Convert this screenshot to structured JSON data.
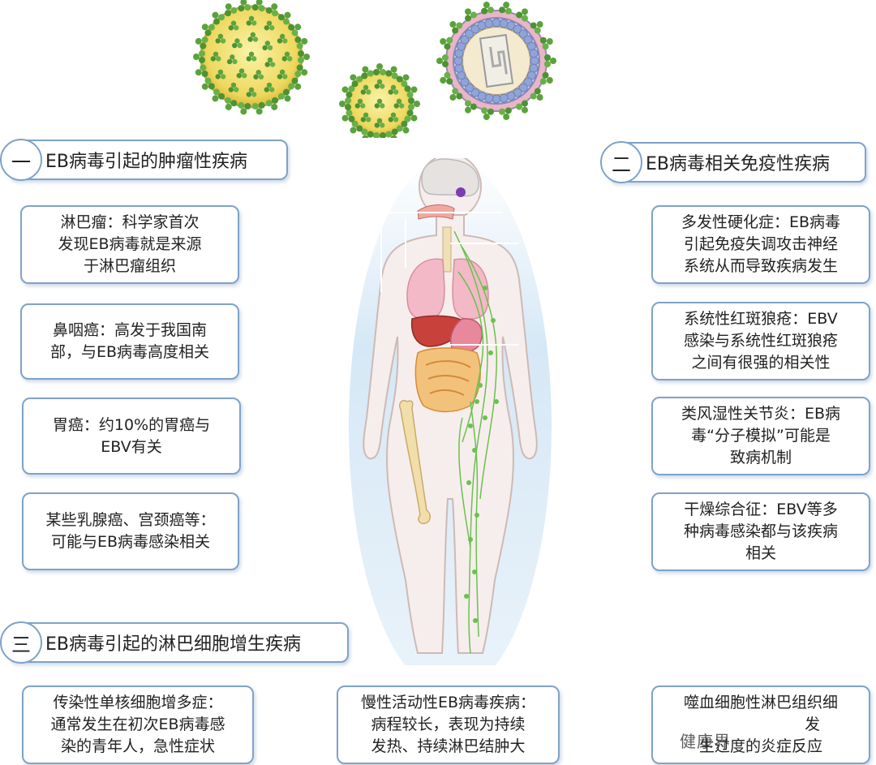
{
  "sections": [
    {
      "num": "一",
      "title": "EB病毒引起的肿瘤性疾病"
    },
    {
      "num": "二",
      "title": "EB病毒相关免疫性疾病"
    },
    {
      "num": "三",
      "title": "EB病毒引起的淋巴细胞增生疾病"
    }
  ],
  "tumor_items": [
    [
      "淋巴瘤：科学家首次",
      "发现EB病毒就是来源",
      "于淋巴瘤组织"
    ],
    [
      "鼻咽癌：高发于我国南",
      "部，与EB病毒高度相关"
    ],
    [
      "胃癌：约10%的胃癌与",
      "EBV有关"
    ],
    [
      "某些乳腺癌、宫颈癌等：",
      "可能与EB病毒感染相关"
    ]
  ],
  "immune_items": [
    [
      "多发性硬化症：EB病毒",
      "引起免疫失调攻击神经",
      "系统从而导致疾病发生"
    ],
    [
      "系统性红斑狼疮：EBV",
      "感染与系统性红斑狼疮",
      "之间有很强的相关性"
    ],
    [
      "类风湿性关节炎：EB病",
      "毒“分子模拟”可能是",
      "致病机制"
    ],
    [
      "干燥综合征：EBV等多",
      "种病毒感染都与该疾病",
      "相关"
    ]
  ],
  "lympho_items": [
    [
      "传染性单核细胞增多症：",
      "通常发生在初次EB病毒感",
      "染的青年人，急性症状"
    ],
    [
      "慢性活动性EB病毒疾病：",
      "病程较长，表现为持续",
      "发热、持续淋巴结肿大"
    ],
    [
      "噬血细胞性淋巴组织细",
      "发",
      "生过度的炎症反应"
    ]
  ],
  "watermark": "健康界",
  "colors": {
    "box_border": "#7ea3c8",
    "virus_capsule": "#f1e27a",
    "virus_spike": "#5aa23c",
    "lymph_green": "#6cc050",
    "organ_pink": "#f3b9c6",
    "liver_red": "#c8413a"
  }
}
